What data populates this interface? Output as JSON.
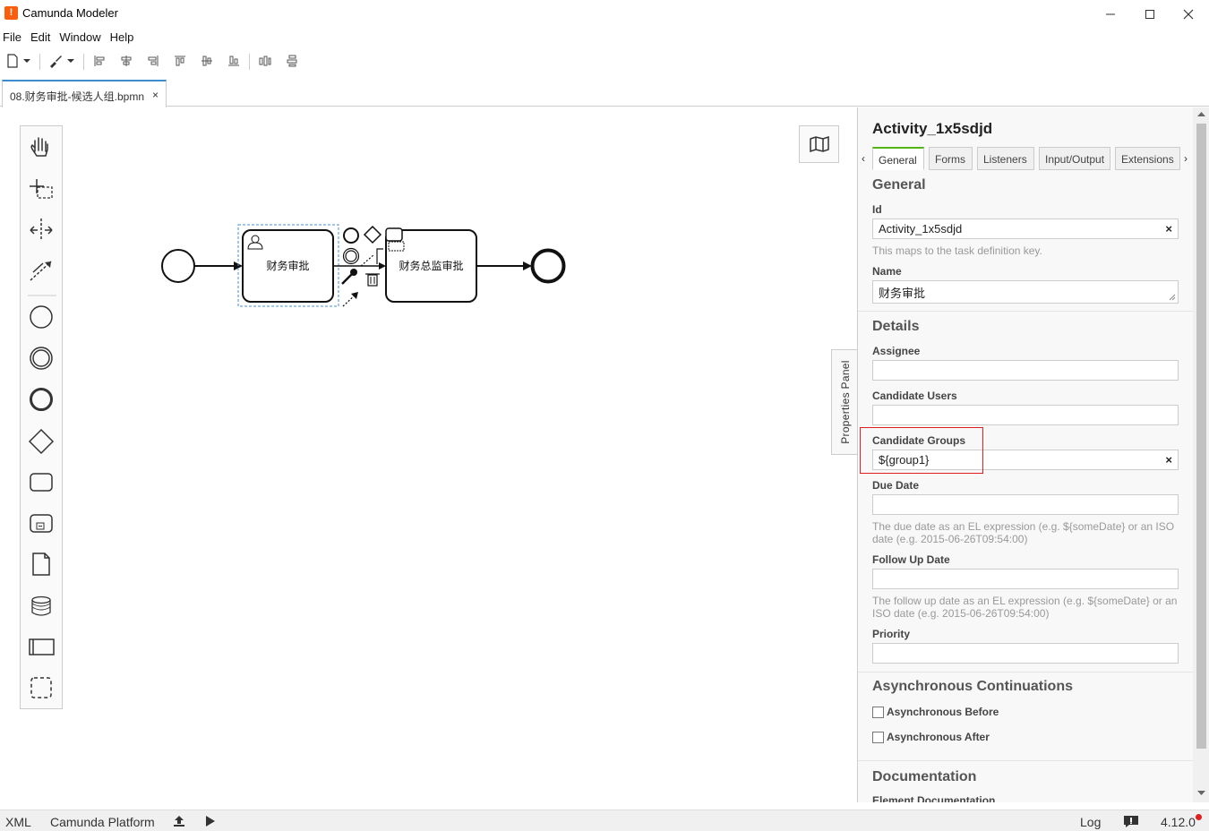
{
  "window": {
    "app_title": "Camunda Modeler",
    "app_icon_glyph": "!"
  },
  "menu": [
    "File",
    "Edit",
    "Window",
    "Help"
  ],
  "tab": {
    "label": "08.财务审批-候选人组.bpmn",
    "close": "×"
  },
  "diagram": {
    "task1": "财务审批",
    "task2": "财务总监审批"
  },
  "properties": {
    "element_id_title": "Activity_1x5sdjd",
    "tabs": [
      "General",
      "Forms",
      "Listeners",
      "Input/Output",
      "Extensions"
    ],
    "arrow_left": "‹",
    "arrow_right": "›",
    "sections": {
      "general": "General",
      "details": "Details",
      "async": "Asynchronous Continuations",
      "documentation": "Documentation"
    },
    "fields": {
      "id_label": "Id",
      "id_value": "Activity_1x5sdjd",
      "id_hint": "This maps to the task definition key.",
      "name_label": "Name",
      "name_value": "财务审批",
      "assignee_label": "Assignee",
      "assignee_value": "",
      "candidate_users_label": "Candidate Users",
      "candidate_users_value": "",
      "candidate_groups_label": "Candidate Groups",
      "candidate_groups_value": "${group1}",
      "due_date_label": "Due Date",
      "due_date_value": "",
      "due_date_hint": "The due date as an EL expression (e.g. ${someDate} or an ISO date (e.g. 2015-06-26T09:54:00)",
      "follow_up_label": "Follow Up Date",
      "follow_up_value": "",
      "follow_up_hint": "The follow up date as an EL expression (e.g. ${someDate} or an ISO date (e.g. 2015-06-26T09:54:00)",
      "priority_label": "Priority",
      "priority_value": "",
      "async_before": "Asynchronous Before",
      "async_after": "Asynchronous After",
      "element_doc": "Element Documentation"
    },
    "clear_glyph": "×",
    "toggle_label": "Properties Panel"
  },
  "statusbar": {
    "xml": "XML",
    "platform": "Camunda Platform",
    "log": "Log",
    "version": "4.12.0"
  },
  "colors": {
    "accent_tab": "#3b8cd0",
    "active_prop_tab": "#52b415",
    "highlight_box": "#e02020",
    "app_icon": "#fc5d0d",
    "version_dot": "#e02020"
  }
}
